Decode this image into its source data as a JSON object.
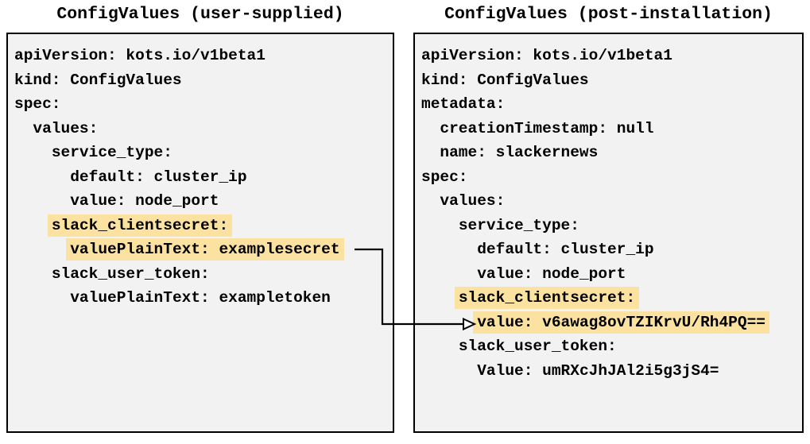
{
  "left_panel": {
    "title": "ConfigValues (user-supplied)",
    "lines": [
      {
        "indent": 0,
        "text": "apiVersion: kots.io/v1beta1",
        "highlight": false
      },
      {
        "indent": 0,
        "text": "kind: ConfigValues",
        "highlight": false
      },
      {
        "indent": 0,
        "text": "spec:",
        "highlight": false
      },
      {
        "indent": 2,
        "text": "values:",
        "highlight": false
      },
      {
        "indent": 4,
        "text": "service_type:",
        "highlight": false
      },
      {
        "indent": 6,
        "text": "default: cluster_ip",
        "highlight": false
      },
      {
        "indent": 6,
        "text": "value: node_port",
        "highlight": false
      },
      {
        "indent": 4,
        "text": "slack_clientsecret:",
        "highlight": true
      },
      {
        "indent": 6,
        "text": "valuePlainText: examplesecret",
        "highlight": true
      },
      {
        "indent": 4,
        "text": "slack_user_token:",
        "highlight": false
      },
      {
        "indent": 6,
        "text": "valuePlainText: exampletoken",
        "highlight": false
      }
    ]
  },
  "right_panel": {
    "title": "ConfigValues (post-installation)",
    "lines": [
      {
        "indent": 0,
        "text": "apiVersion: kots.io/v1beta1",
        "highlight": false
      },
      {
        "indent": 0,
        "text": "kind: ConfigValues",
        "highlight": false
      },
      {
        "indent": 0,
        "text": "metadata:",
        "highlight": false
      },
      {
        "indent": 2,
        "text": "creationTimestamp: null",
        "highlight": false
      },
      {
        "indent": 2,
        "text": "name: slackernews",
        "highlight": false
      },
      {
        "indent": 0,
        "text": "spec:",
        "highlight": false
      },
      {
        "indent": 2,
        "text": "values:",
        "highlight": false
      },
      {
        "indent": 4,
        "text": "service_type:",
        "highlight": false
      },
      {
        "indent": 6,
        "text": "default: cluster_ip",
        "highlight": false
      },
      {
        "indent": 6,
        "text": "value: node_port",
        "highlight": false
      },
      {
        "indent": 4,
        "text": "slack_clientsecret:",
        "highlight": true
      },
      {
        "indent": 6,
        "text": "value: v6awag8ovTZIKrvU/Rh4PQ==",
        "highlight": true
      },
      {
        "indent": 4,
        "text": "slack_user_token:",
        "highlight": false
      },
      {
        "indent": 6,
        "text": "Value: umRXcJhJAl2i5g3jS4=",
        "highlight": false
      }
    ]
  },
  "arrow": {
    "from_panel": "left_panel",
    "from_text": "valuePlainText: examplesecret",
    "to_panel": "right_panel",
    "to_text": "value: v6awag8ovTZIKrvU/Rh4PQ=="
  },
  "colors": {
    "highlight": "#FBE2A0",
    "panel_background": "#F2F2F2",
    "panel_border": "#000000",
    "text": "#000000",
    "page_background": "#FFFFFF",
    "arrow": "#000000"
  }
}
